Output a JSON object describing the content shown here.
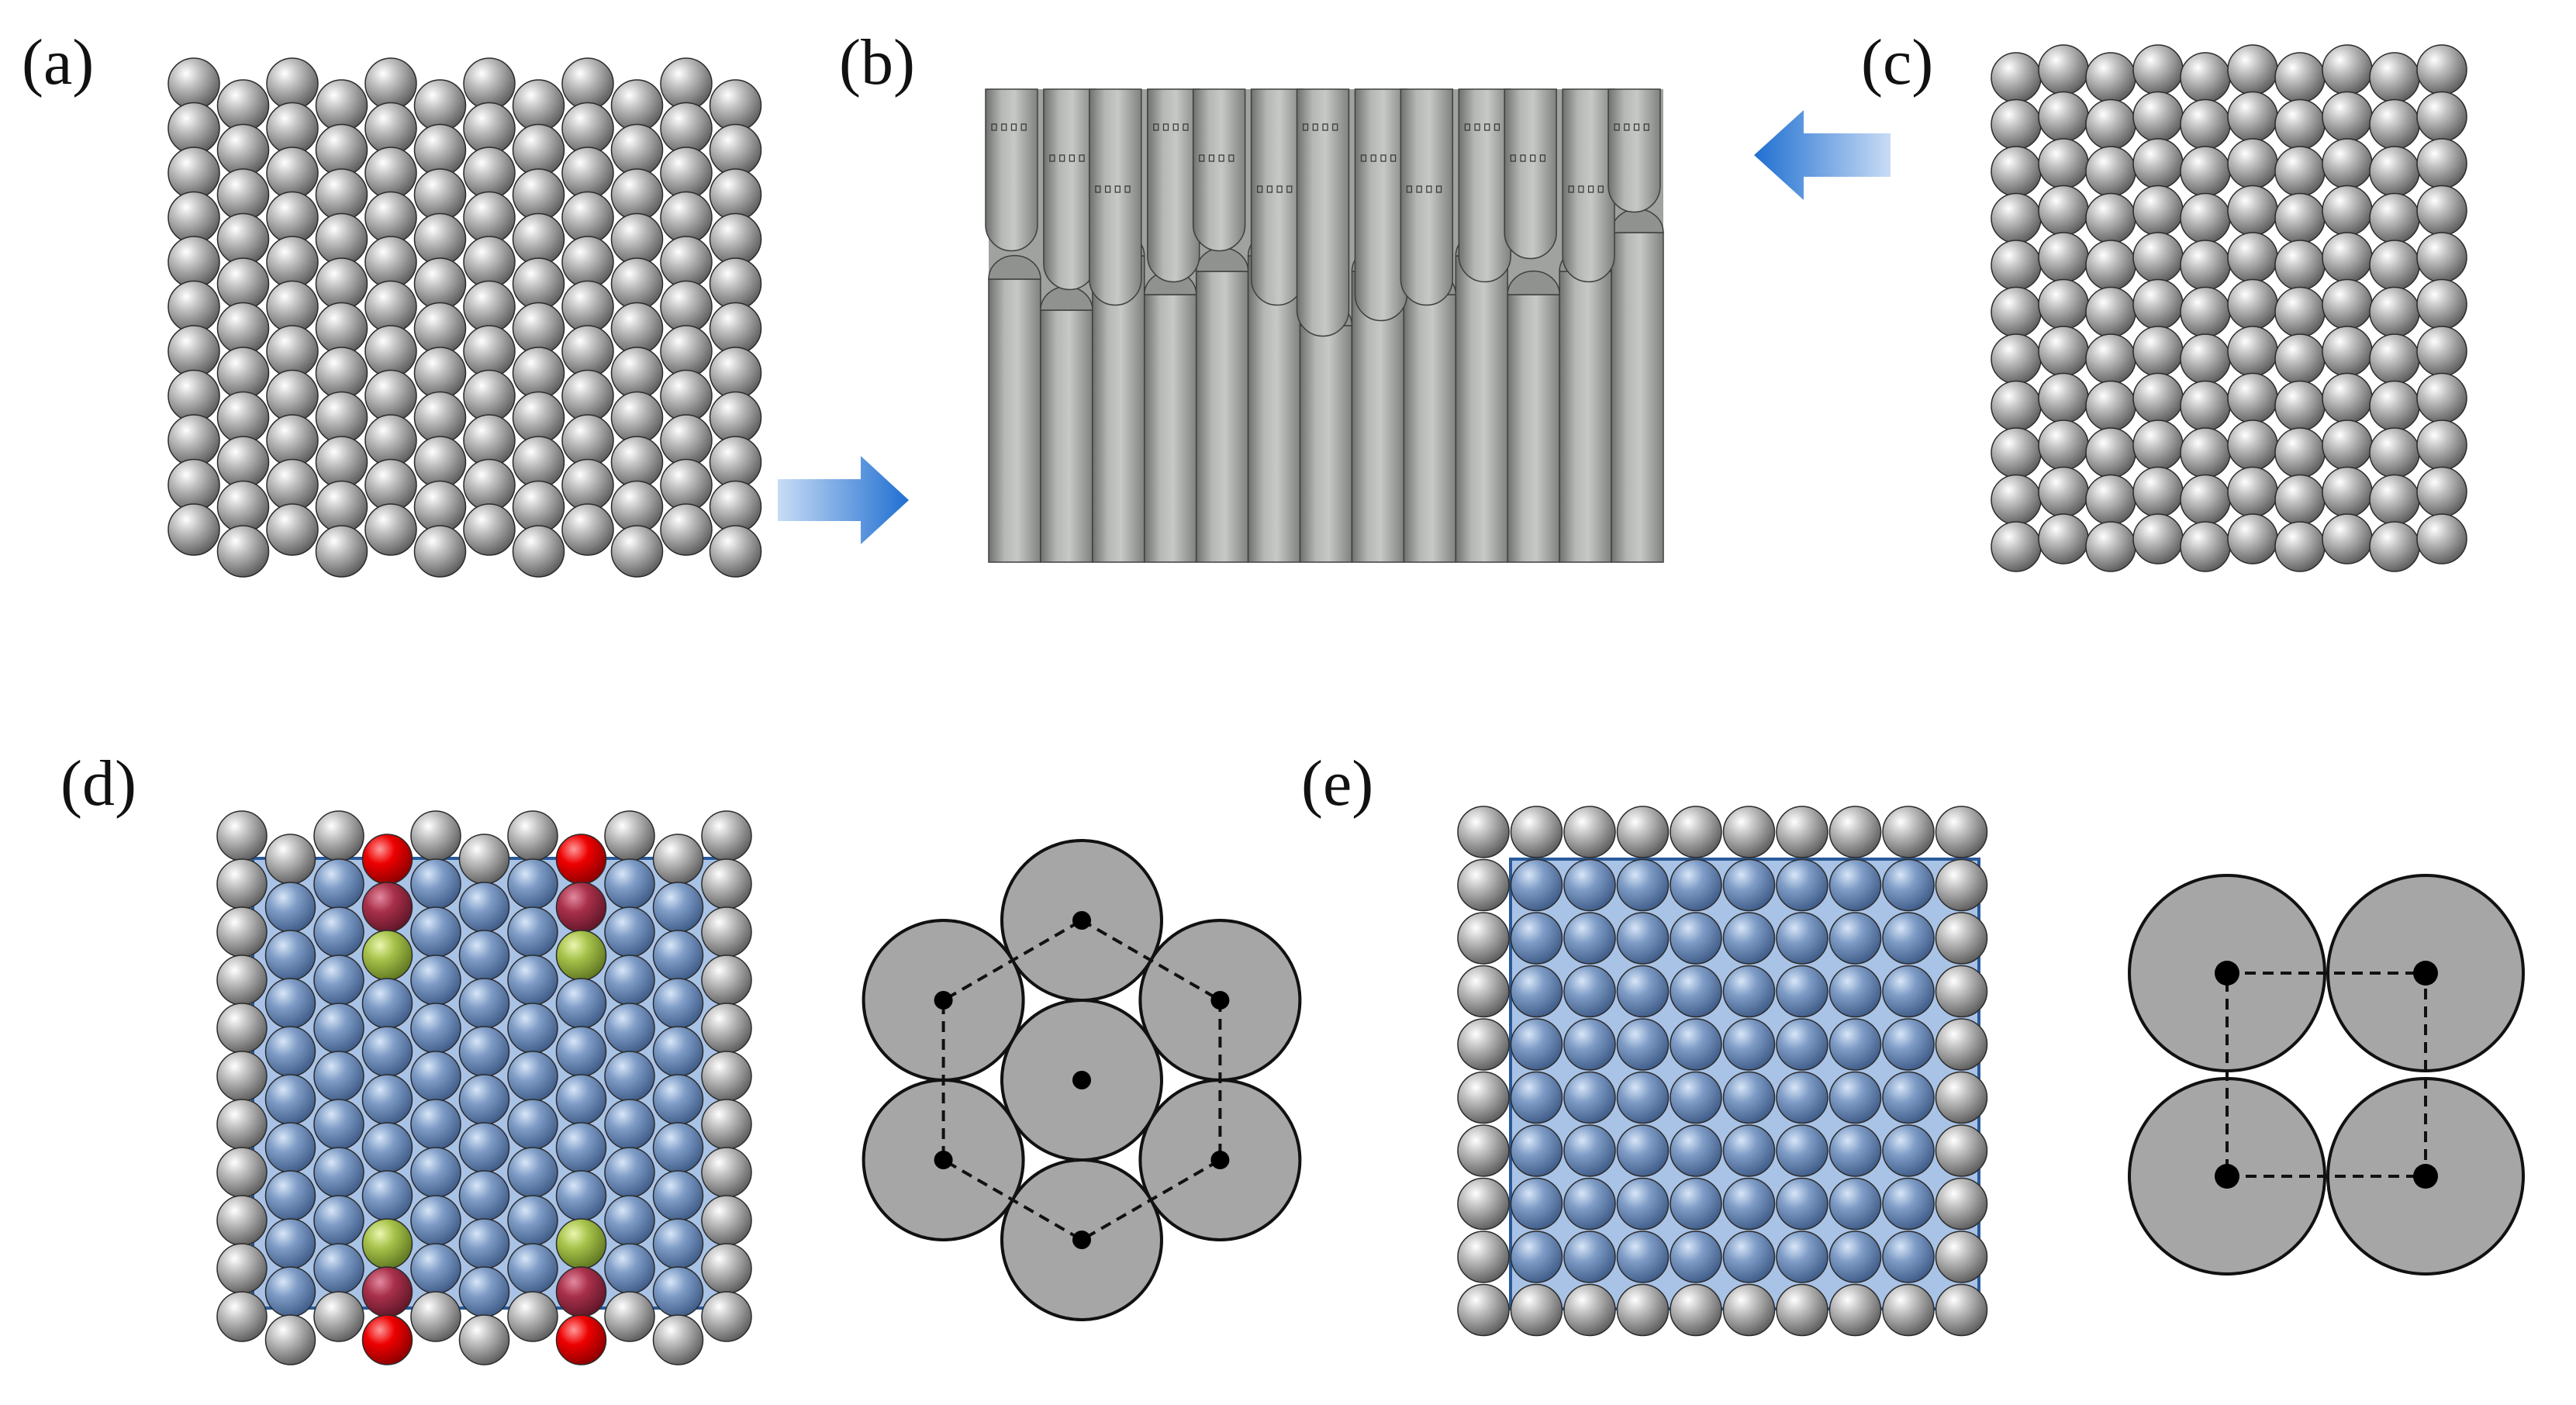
{
  "panels": [
    {
      "id": "a",
      "label": "(a)",
      "type": "hexagonal-sphere-lattice"
    },
    {
      "id": "b",
      "label": "(b)",
      "type": "cylinder-array"
    },
    {
      "id": "c",
      "label": "(c)",
      "type": "square-sphere-lattice"
    },
    {
      "id": "d",
      "label": "(d)",
      "type": "hexagonal-lattice-with-highlighted-region",
      "schematic": "hexagonal-close-packing"
    },
    {
      "id": "e",
      "label": "(e)",
      "type": "square-lattice-with-highlighted-region",
      "schematic": "square-packing"
    }
  ],
  "arrows": [
    {
      "from": "a",
      "to": "b",
      "icon": "arrow-right-icon"
    },
    {
      "from": "c",
      "to": "b",
      "icon": "arrow-left-icon"
    }
  ],
  "colors": {
    "sphere_gray": "#9a9a9a",
    "sphere_blue": "#6f8fb8",
    "sphere_red": "#e00000",
    "sphere_crimson": "#a8304a",
    "sphere_green": "#9bbb3a",
    "highlight_fill": "#a9c3e6",
    "highlight_border": "#2a5a9a",
    "arrow_blue": "#1f6fd1",
    "schematic_fill": "#a6a6a6"
  }
}
